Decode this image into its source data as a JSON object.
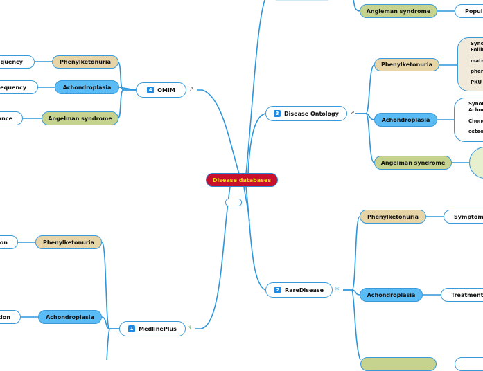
{
  "root": {
    "label": "Disease databases"
  },
  "branches": {
    "omim": {
      "number": "4",
      "label": "OMIM",
      "icon": "external-link-icon",
      "children": [
        {
          "label": "Phenylketonuria",
          "color": "tan",
          "leaf": "frequency"
        },
        {
          "label": "Achondroplasia",
          "color": "blue",
          "leaf": "frequency"
        },
        {
          "label": "Angelman syndrome",
          "color": "green",
          "leaf": "ance"
        }
      ]
    },
    "disease_ontology": {
      "number": "3",
      "label": "Disease Ontology",
      "icon": "external-link-icon",
      "children": [
        {
          "label": "Phenylketonuria",
          "color": "tan",
          "note": [
            "Syno\nFollin",
            "mate",
            "phen",
            "PKU"
          ]
        },
        {
          "label": "Achondroplasia",
          "color": "blue",
          "note": [
            "Synor\nAchor",
            "Chond",
            "osteo"
          ]
        },
        {
          "label": "Angelman syndrome",
          "color": "green"
        }
      ]
    },
    "top_partial": {
      "children": [
        {
          "label": "Angleman syndrome",
          "color": "green",
          "leaf": "Popula"
        }
      ]
    },
    "rarediease": {
      "number": "2",
      "label": "RareDisease",
      "icon": "hub-icon",
      "children": [
        {
          "label": "Phenylketonuria",
          "color": "tan",
          "leaf": "Symptoms"
        },
        {
          "label": "Achondroplasia",
          "color": "blue",
          "leaf": "Treatment"
        }
      ]
    },
    "medlineplus": {
      "number": "1",
      "label": "MedlinePlus",
      "icon": "medline-icon",
      "children": [
        {
          "label": "Phenylketonuria",
          "color": "tan",
          "leaf": "ion"
        },
        {
          "label": "Achondroplasia",
          "color": "blue",
          "leaf": "tion"
        }
      ]
    }
  },
  "colors": {
    "line": "#3a9ad9",
    "root_bg": "#c8102e",
    "root_text": "#f7d51d",
    "tan": "#e7d5a8",
    "blue": "#5bbcf5",
    "green": "#c5d38f"
  }
}
